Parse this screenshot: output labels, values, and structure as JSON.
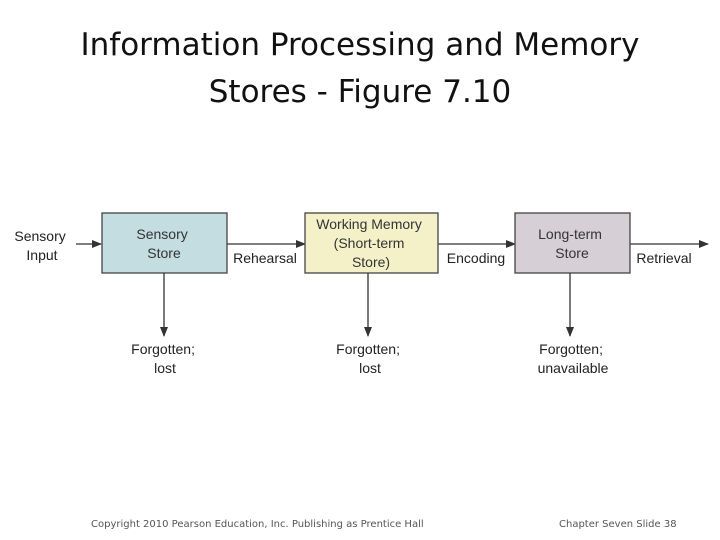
{
  "title": {
    "line1": "Information Processing and Memory",
    "line2": "Stores -  Figure 7.10"
  },
  "diagram": {
    "input_label": [
      "Sensory",
      "Input"
    ],
    "nodes": [
      {
        "id": "sensory-store",
        "lines": [
          "Sensory",
          "Store"
        ],
        "fill": "#c3dde0"
      },
      {
        "id": "working-memory",
        "lines": [
          "Working Memory",
          "(Short-term",
          "Store)"
        ],
        "fill": "#f4f1c8"
      },
      {
        "id": "long-term-store",
        "lines": [
          "Long-term",
          "Store"
        ],
        "fill": "#d6cfd5"
      }
    ],
    "edge_labels": {
      "rehearsal": "Rehearsal",
      "encoding": "Encoding",
      "retrieval": "Retrieval"
    },
    "outcomes": [
      [
        "Forgotten;",
        "lost"
      ],
      [
        "Forgotten;",
        "lost"
      ],
      [
        "Forgotten;",
        "unavailable"
      ]
    ]
  },
  "footer": {
    "copyright": "Copyright 2010 Pearson Education, Inc. Publishing as Prentice Hall",
    "slide_number": "Chapter Seven Slide   38"
  }
}
